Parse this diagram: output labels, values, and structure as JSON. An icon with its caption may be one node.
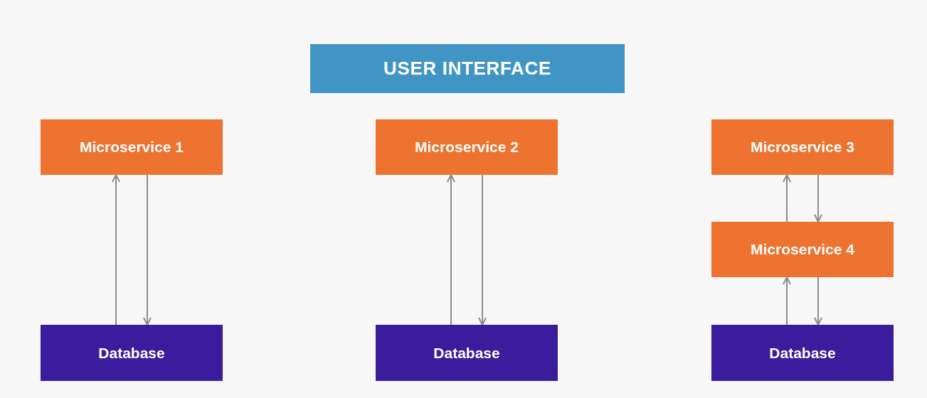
{
  "diagram": {
    "nodes": [
      {
        "text": [
          "USER INTERFACE"
        ]
      },
      {
        "text": [
          "Microservice 1"
        ]
      },
      {
        "text": [
          "Microservice 2"
        ]
      },
      {
        "text": [
          "Microservice 3"
        ]
      },
      {
        "text": [
          "Microservice 4"
        ]
      },
      {
        "text": [
          "Database"
        ]
      },
      {
        "text": [
          "Database"
        ]
      },
      {
        "text": [
          "Database"
        ]
      }
    ],
    "edges": [
      {
        "from": 5,
        "to": 1,
        "arrow": "to"
      },
      {
        "from": 1,
        "to": 5,
        "arrow": "to"
      },
      {
        "from": 6,
        "to": 2,
        "arrow": "to"
      },
      {
        "from": 2,
        "to": 6,
        "arrow": "to"
      },
      {
        "from": 4,
        "to": 3,
        "arrow": "to"
      },
      {
        "from": 3,
        "to": 4,
        "arrow": "to"
      },
      {
        "from": 7,
        "to": 4,
        "arrow": "to"
      },
      {
        "from": 4,
        "to": 7,
        "arrow": "to"
      }
    ]
  }
}
